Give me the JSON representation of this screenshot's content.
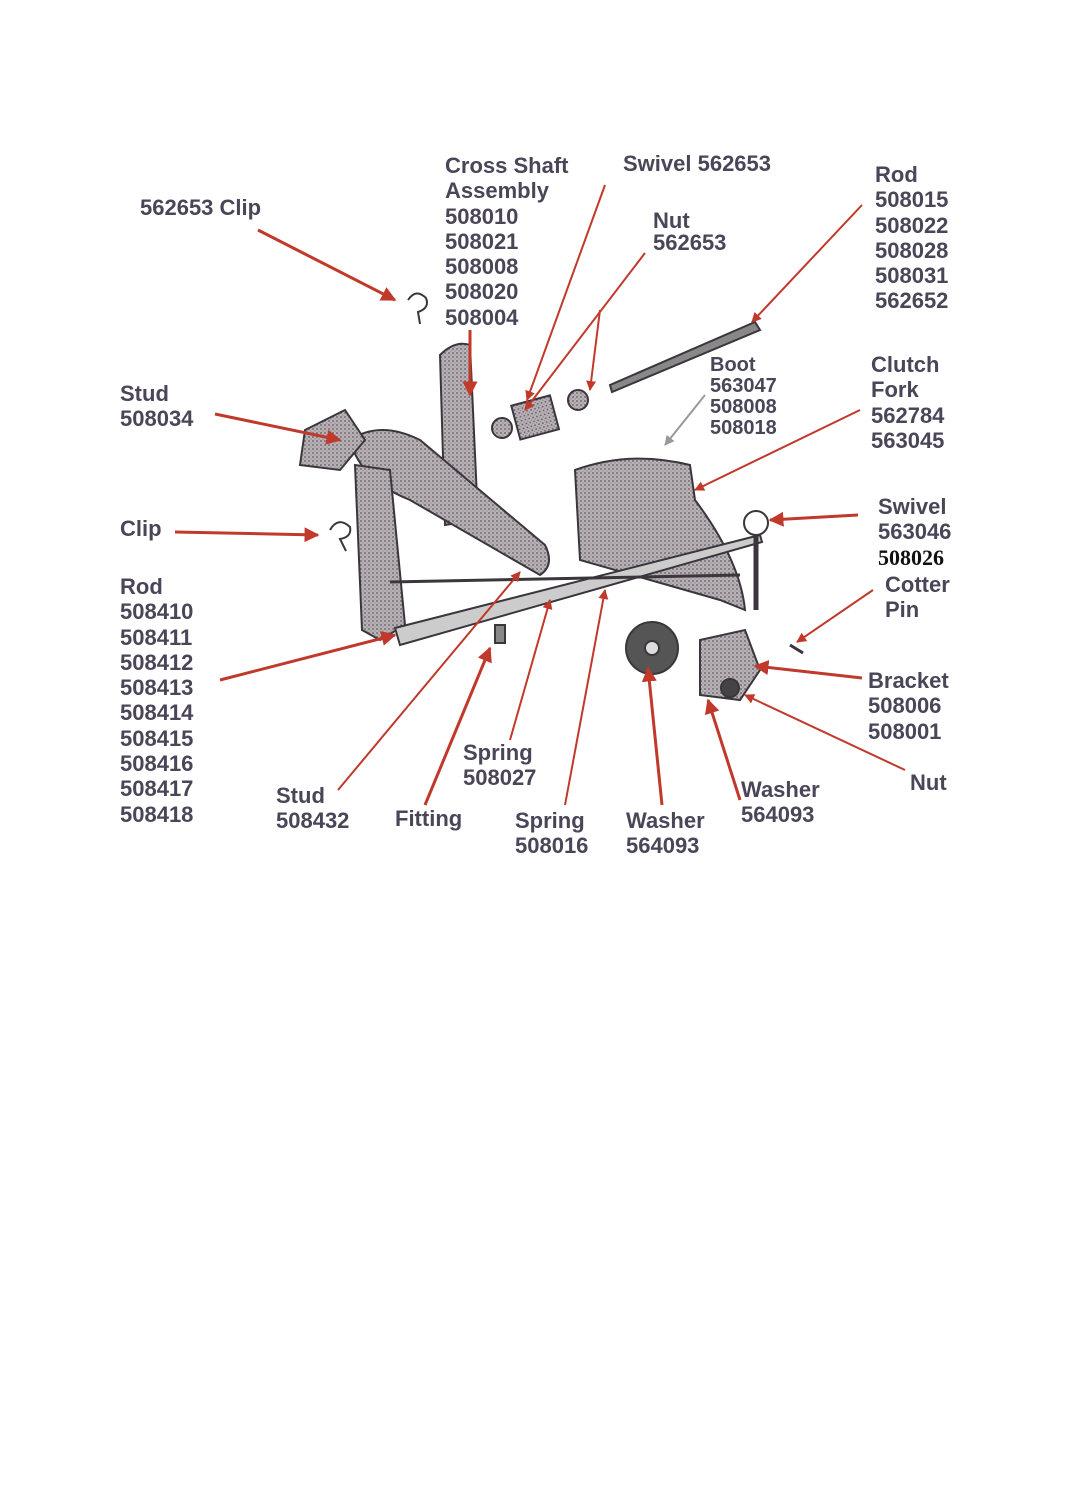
{
  "diagram": {
    "callouts": {
      "clip_top": {
        "text": "562653 Clip"
      },
      "cross_shaft": {
        "lines": [
          "Cross Shaft",
          "Assembly",
          "508010",
          "508021",
          "508008",
          "508020",
          "508004"
        ]
      },
      "swivel_top": {
        "text": "Swivel 562653"
      },
      "nut_top": {
        "lines": [
          "Nut",
          "562653"
        ]
      },
      "rod_top": {
        "lines": [
          "Rod",
          "508015",
          "508022",
          "508028",
          "508031",
          "562652"
        ]
      },
      "stud_left": {
        "lines": [
          "Stud",
          "508034"
        ]
      },
      "boot": {
        "lines": [
          "Boot",
          "563047",
          "508008",
          "508018"
        ]
      },
      "clutch_fork": {
        "lines": [
          "Clutch",
          "Fork",
          "562784",
          "563045"
        ]
      },
      "clip_left": {
        "text": "Clip"
      },
      "swivel_right": {
        "lines": [
          "Swivel",
          "563046"
        ],
        "extra": "508026"
      },
      "cotter_pin": {
        "lines": [
          "Cotter",
          "Pin"
        ]
      },
      "rod_left": {
        "lines": [
          "Rod",
          "508410",
          "508411",
          "508412",
          "508413",
          "508414",
          "508415",
          "508416",
          "508417",
          "508418"
        ]
      },
      "bracket": {
        "lines": [
          "Bracket",
          "508006",
          "508001"
        ]
      },
      "spring_upper": {
        "lines": [
          "Spring",
          "508027"
        ]
      },
      "nut_right": {
        "text": "Nut"
      },
      "washer_right": {
        "lines": [
          "Washer",
          "564093"
        ]
      },
      "stud_bottom": {
        "lines": [
          "Stud",
          "508432"
        ]
      },
      "fitting": {
        "text": "Fitting"
      },
      "spring_lower": {
        "lines": [
          "Spring",
          "508016"
        ]
      },
      "washer_bottom": {
        "lines": [
          "Washer",
          "564093"
        ]
      }
    },
    "colors": {
      "label": "#4a4658",
      "arrow": "#c0392b",
      "part": "#6b6670"
    }
  }
}
